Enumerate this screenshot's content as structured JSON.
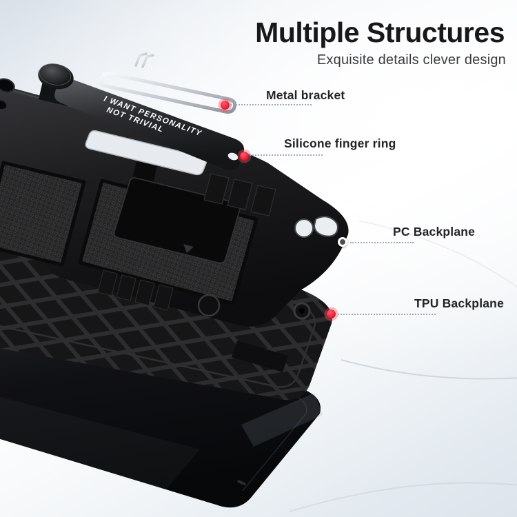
{
  "header": {
    "title": "Multiple Structures",
    "subtitle": "Exquisite details clever design"
  },
  "callouts": [
    {
      "label": "Metal bracket",
      "marker": "red-dot"
    },
    {
      "label": "Silicone finger ring",
      "marker": "red-dot"
    },
    {
      "label": "PC Backplane",
      "marker": "white-ring"
    },
    {
      "label": "TPU Backplane",
      "marker": "red-dot"
    }
  ],
  "product": {
    "strap_line1": "I WANT PERSONALITY",
    "strap_line2": "NOT TRIVIAL"
  },
  "colors": {
    "accent_red": "#e71228",
    "marker_white": "#ffffff",
    "dotted_line": "#9ba3ac",
    "title_text": "#18181a",
    "subtitle_text": "#3b3b3e",
    "label_text": "#232327",
    "background_tint": "#dde4eb",
    "case_black": "#141416",
    "metal_silver": "#ccd2d8"
  }
}
